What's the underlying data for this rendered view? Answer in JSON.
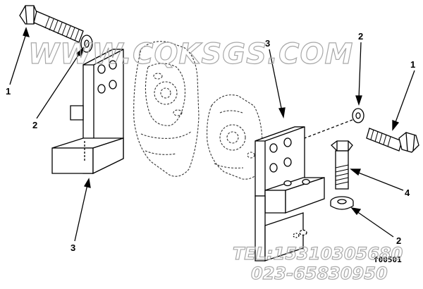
{
  "callouts": {
    "c1_left": "1",
    "c2_left": "2",
    "c3_left": "3",
    "c3_right": "3",
    "c2_right_top": "2",
    "c1_right": "1",
    "c4": "4",
    "c2_right_bottom": "2"
  },
  "watermark": {
    "site": "WWW.CQKSGS.COM",
    "tel": "TEL:15310305680",
    "phone2": "023-65830950"
  },
  "figure_code": "f00501",
  "colors": {
    "line": "#000000",
    "hidden_line": "#333333",
    "watermark": "#a8a8a8"
  }
}
